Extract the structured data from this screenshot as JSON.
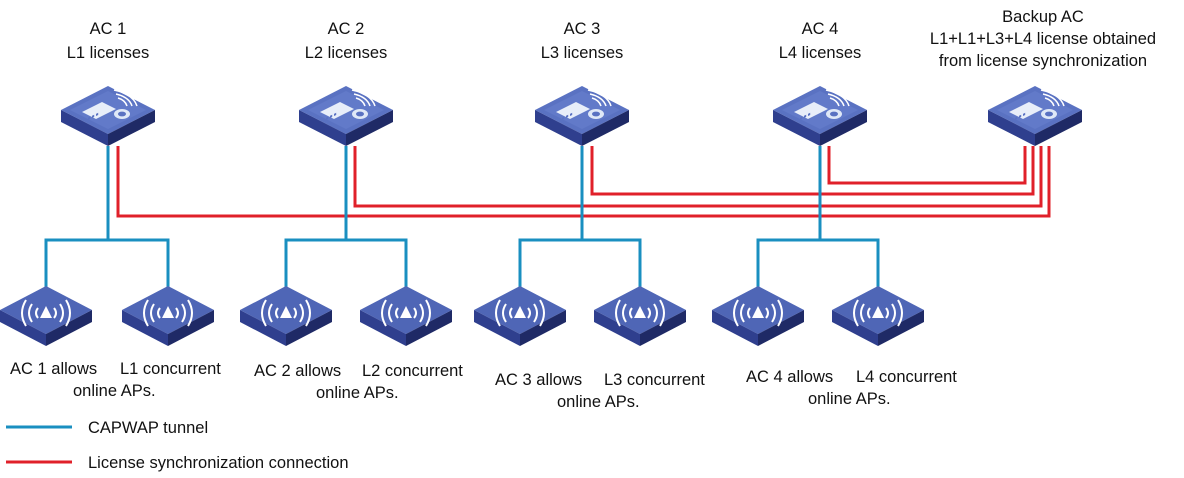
{
  "colors": {
    "capwap": "#1a8fc0",
    "license_sync": "#e0202a",
    "device_top": "#5870c0",
    "device_side": "#22306e",
    "device_front": "#33449a"
  },
  "acs": [
    {
      "icon": "ac-controller-icon",
      "name": "AC 1",
      "license": "L1 licenses",
      "note_a": "AC 1 allows",
      "note_b": "L1 concurrent",
      "note_c": "online APs."
    },
    {
      "icon": "ac-controller-icon",
      "name": "AC 2",
      "license": "L2 licenses",
      "note_a": "AC 2 allows",
      "note_b": "L2 concurrent",
      "note_c": "online APs."
    },
    {
      "icon": "ac-controller-icon",
      "name": "AC 3",
      "license": "L3 licenses",
      "note_a": "AC 3 allows",
      "note_b": "L3 concurrent",
      "note_c": "online APs."
    },
    {
      "icon": "ac-controller-icon",
      "name": "AC 4",
      "license": "L4 licenses",
      "note_a": "AC 4 allows",
      "note_b": "L4 concurrent",
      "note_c": "online APs."
    }
  ],
  "backup": {
    "icon": "ac-controller-icon",
    "name": "Backup AC",
    "line1": "L1+L1+L3+L4 license obtained",
    "line2": "from license synchronization"
  },
  "ap_icon": "wireless-ap-icon",
  "legend": {
    "capwap": "CAPWAP tunnel",
    "license_sync": "License synchronization connection"
  }
}
